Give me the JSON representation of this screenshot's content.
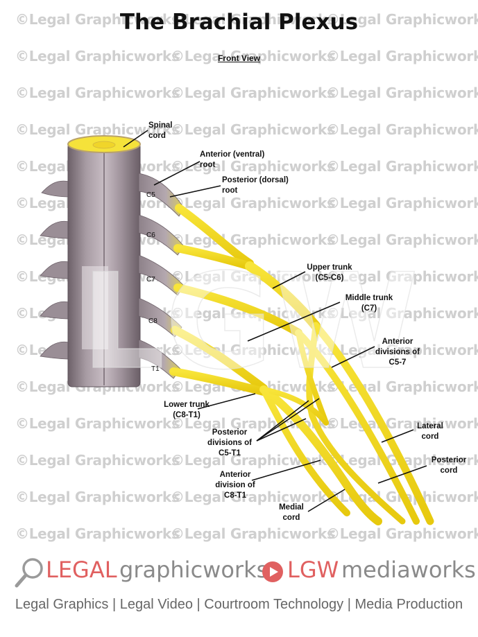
{
  "watermark": {
    "text": "©Legal Graphicworks"
  },
  "title": "The Brachial Plexus",
  "subtitle": "Front View",
  "labels": {
    "spinal_cord": [
      "Spinal",
      "cord"
    ],
    "anterior_root": [
      "Anterior (ventral)",
      "root"
    ],
    "posterior_root": [
      "Posterior (dorsal)",
      "root"
    ],
    "upper_trunk": [
      "Upper trunk",
      "(C5-C6)"
    ],
    "middle_trunk": [
      "Middle trunk",
      "(C7)"
    ],
    "anterior_divisions_c57": [
      "Anterior",
      "divisions of",
      "C5-7"
    ],
    "lower_trunk": [
      "Lower trunk",
      "(C8-T1)"
    ],
    "posterior_divisions": [
      "Posterior",
      "divisions of",
      "C5-T1"
    ],
    "anterior_division_c8t1": [
      "Anterior",
      "division of",
      "C8-T1"
    ],
    "lateral_cord": [
      "Lateral",
      "cord"
    ],
    "posterior_cord": [
      "Posterior",
      "cord"
    ],
    "medial_cord": [
      "Medial",
      "cord"
    ]
  },
  "vertebra_levels": [
    "C5",
    "C6",
    "C7",
    "C8",
    "T1"
  ],
  "overlay_mark": "LGW",
  "footer": {
    "logo_legal": "LEGAL",
    "logo_graphicworks": "graphicworks",
    "logo_lgw": "LGW",
    "logo_mediaworks": "mediaworks",
    "tagline": "Legal Graphics | Legal Video | Courtroom Technology | Media Production"
  },
  "colors": {
    "nerve": "#f2d816",
    "nerve_edge": "#c9a800",
    "spinal_cord": "#8c7f88",
    "cord_section": "#f5e23a",
    "logo_red": "#e06060",
    "logo_gray": "#8a8a8a",
    "watermark": "#cfcfcf"
  }
}
